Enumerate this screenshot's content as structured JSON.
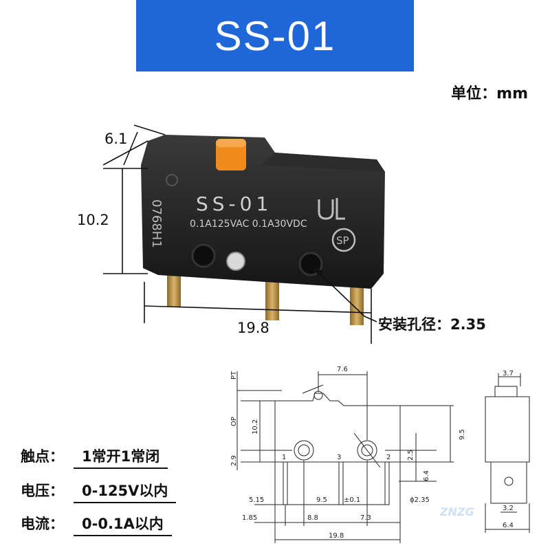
{
  "banner": {
    "title": "SS-01"
  },
  "unit_label": "单位：mm",
  "photo": {
    "body_marking": "SS-01",
    "rating_text": "0.1A125VAC 0.1A30VDC",
    "side_code": "0768H1",
    "cert_logo_text": "SP",
    "dims": {
      "width": "6.1",
      "height": "10.2",
      "length": "19.8",
      "hole": "安装孔径：2.35"
    }
  },
  "specs": [
    {
      "label": "触点：",
      "value": "1常开1常闭"
    },
    {
      "label": "电压：",
      "value": "0-125V以内"
    },
    {
      "label": "电流：",
      "value": "0-0.1A以内"
    }
  ],
  "drawing": {
    "side_labels": {
      "pt": "PT",
      "op": "OP"
    },
    "top_dim": "7.6",
    "left_dims": {
      "op_height": "10.2",
      "base": "2.9"
    },
    "right_dims": {
      "total": "9.5",
      "pin_offset": "2.5",
      "pin_len": "6.4"
    },
    "pins": [
      "1",
      "3",
      "2"
    ],
    "bottom_row1": {
      "a": "5.15",
      "b": "9.5",
      "tol": "±0.1",
      "hole": "ϕ2.35"
    },
    "bottom_row2": {
      "a": "1.85",
      "b": "8.8",
      "c": "7.3"
    },
    "overall": "19.8",
    "end_view": {
      "top": "3.7",
      "pin": "3.2",
      "width": "6.4"
    }
  },
  "watermark": "ZNZG"
}
